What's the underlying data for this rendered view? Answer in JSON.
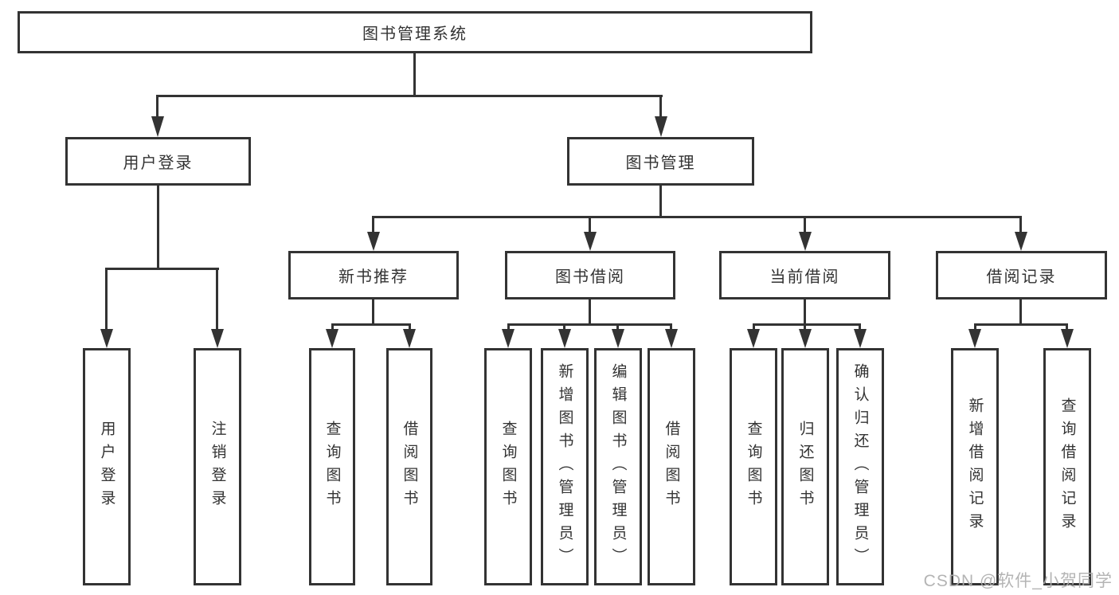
{
  "tree": {
    "root": "图书管理系统",
    "children": [
      {
        "label": "用户登录",
        "leaves": [
          "用户登录",
          "注销登录"
        ]
      },
      {
        "label": "图书管理",
        "children": [
          {
            "label": "新书推荐",
            "leaves": [
              "查询图书",
              "借阅图书"
            ]
          },
          {
            "label": "图书借阅",
            "leaves": [
              "查询图书",
              "新增图书（管理员）",
              "编辑图书（管理员）",
              "借阅图书"
            ]
          },
          {
            "label": "当前借阅",
            "leaves": [
              "查询图书",
              "归还图书",
              "确认归还（管理员）"
            ]
          },
          {
            "label": "借阅记录",
            "leaves": [
              "新增借阅记录",
              "查询借阅记录"
            ]
          }
        ]
      }
    ]
  },
  "watermark": "CSDN @软件_小贺同学",
  "colors": {
    "line": "#333333",
    "text": "#333333",
    "background": "#ffffff",
    "watermark": "#aeaeae"
  }
}
